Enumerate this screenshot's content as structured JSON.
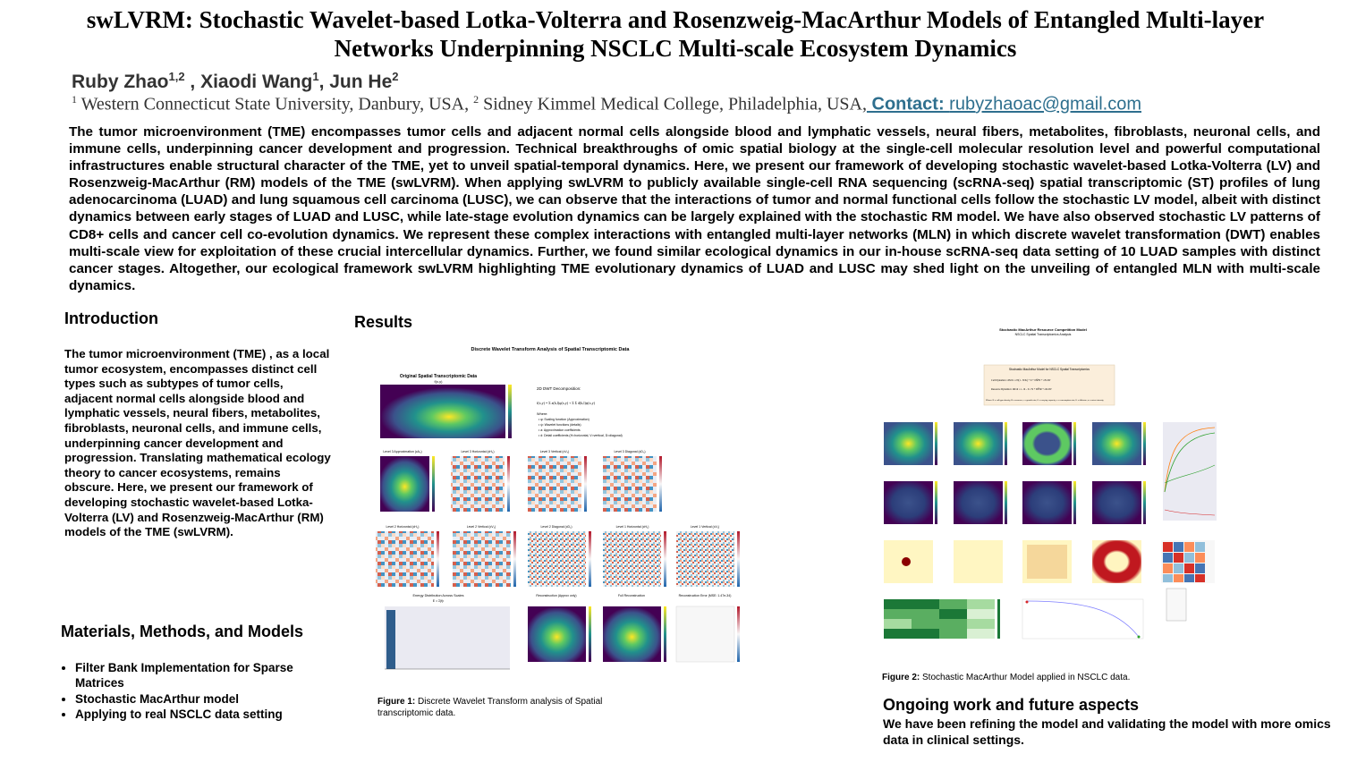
{
  "header": {
    "title": "swLVRM: Stochastic Wavelet-based Lotka-Volterra and Rosenzweig-MacArthur Models of Entangled Multi-layer Networks Underpinning NSCLC Multi-scale Ecosystem Dynamics",
    "authors": [
      {
        "name": "Ruby Zhao",
        "sup": "1,2",
        "sep": " , "
      },
      {
        "name": "Xiaodi Wang",
        "sup": "1",
        "sep": ", "
      },
      {
        "name": "Jun He",
        "sup": "2",
        "sep": ""
      }
    ],
    "affiliation_1_sup": "1",
    "affiliation_1": " Western Connecticut State University, Danbury, USA, ",
    "affiliation_2_sup": "2",
    "affiliation_2": " Sidney Kimmel Medical College, Philadelphia, USA,",
    "contact_label": " Contact: ",
    "contact_email": " rubyzhaoac@gmail.com"
  },
  "abstract": "The tumor microenvironment (TME) encompasses tumor cells and adjacent normal cells alongside blood and lymphatic vessels, neural fibers, metabolites, fibroblasts, neuronal cells, and immune cells, underpinning cancer development and progression. Technical breakthroughs of omic spatial biology at the single-cell molecular resolution level and powerful computational infrastructures enable structural character of the TME, yet to unveil spatial-temporal dynamics. Here, we present our framework of developing stochastic wavelet-based Lotka-Volterra (LV) and Rosenzweig-MacArthur (RM) models of the TME (swLVRM). When applying swLVRM to publicly available single-cell RNA sequencing (scRNA-seq) spatial transcriptomic (ST) profiles of lung adenocarcinoma (LUAD) and lung squamous cell carcinoma (LUSC), we can observe that the interactions of tumor and normal functional cells follow the stochastic LV model, albeit with distinct dynamics between early stages of LUAD and LUSC, while late-stage evolution dynamics can be largely explained with the stochastic RM model. We have also observed stochastic LV patterns of CD8+ cells and cancer cell co-evolution dynamics. We represent these complex interactions with entangled multi-layer networks (MLN) in which discrete wavelet transformation (DWT) enables multi-scale view for exploitation of these crucial intercellular dynamics. Further, we found similar ecological dynamics in our in-house scRNA-seq data setting of 10 LUAD samples with distinct cancer stages. Altogether, our ecological framework swLVRM highlighting TME evolutionary dynamics of LUAD and LUSC may shed light on the unveiling of entangled MLN with multi-scale dynamics.",
  "introduction": {
    "heading": "Introduction",
    "text": "The tumor microenvironment (TME) , as a local tumor ecosystem, encompasses distinct cell types such as subtypes of tumor cells, adjacent normal cells alongside blood and lymphatic vessels, neural fibers, metabolites, fibroblasts, neuronal cells, and immune cells, underpinning cancer development and progression. Translating mathematical ecology theory to cancer ecosystems, remains obscure. Here, we present our framework of developing stochastic wavelet-based Lotka-Volterra (LV) and Rosenzweig-MacArthur (RM) models of the TME (swLVRM)."
  },
  "methods": {
    "heading": "Materials, Methods, and Models",
    "items": [
      "Filter Bank Implementation for Sparse Matrices",
      "Stochastic MacArthur model",
      "Applying to real NSCLC data setting"
    ]
  },
  "results": {
    "heading": "Results",
    "figure1": {
      "title": "Discrete Wavelet Transform Analysis of Spatial Transcriptomic Data",
      "top_panel_title": "Original Spatial Transcriptomic Data",
      "top_panel_sub": "f(x,y)",
      "text_heading": "2D DWT Decomposition:",
      "equation": "f(x,y) = Σ a(k,l)φ(x,y) + Σ Σ d(k,l)ψ(x,y)",
      "where": "Where:",
      "bullets": [
        "• φ: Scaling function (Approximation)",
        "• ψ: Wavelet functions (details)",
        "• a: Approximation coefficients",
        "• d: Detail coefficients (H=horizontal, V=vertical, D=diagonal)"
      ],
      "row1_titles": [
        "Level 3 Approximation (cA₃)",
        "Level 3 Horizontal (cH₃)",
        "Level 3 Vertical (cV₃)",
        "Level 3 Diagonal (cD₃)"
      ],
      "row2_titles": [
        "Level 2 Horizontal (cH₂)",
        "Level 2 Vertical (cV₂)",
        "Level 2 Diagonal (cD₂)",
        "Level 1 Horizontal (cH₁)",
        "Level 1 Vertical (cV₁)"
      ],
      "energy_title": "Energy Distribution Across Scales",
      "energy_sub": "E = Σ|f|²",
      "recon_titles": [
        "Reconstruction (Approx only)",
        "Full Reconstruction",
        "Reconstruction Error (MSE: 1.47e-34)"
      ],
      "caption_label": "Figure 1:",
      "caption_text": " Discrete Wavelet Transform analysis of Spatial transcriptomic data."
    },
    "figure2": {
      "title": "Stochastic MacArthur Resource Competition Model",
      "subtitle": "NSCLC Spatial Transcriptomics Analysis",
      "box_title": "Stochastic MacArthur Model for NSCLC Spatial Transcriptomics",
      "box_line1": "Cell Dynamics: dN/dt = rN(1 - N/K) + Σ + D∇²N + σN dW",
      "box_line2": "Resource Dynamics: dR/dt = s - R - Σ c N + D∇²R + σR dW",
      "box_line3": "Where: N = cell type density, R = resource, r = growth rate, K = carrying capacity, c = consumption rate, D = diffusion, σ = noise intensity",
      "caption_label": "Figure 2:",
      "caption_text": " Stochastic MacArthur Model applied in NSCLC data."
    }
  },
  "future": {
    "heading": "Ongoing work and future aspects",
    "text": "We have been refining the model and validating the model with more omics data in clinical settings."
  }
}
